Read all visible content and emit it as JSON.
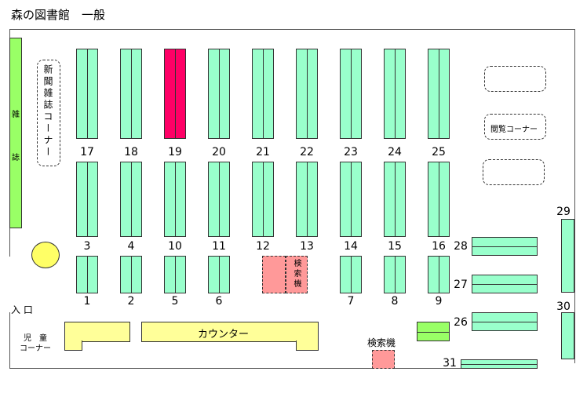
{
  "title": "森の図書館　一般",
  "colors": {
    "shelf": "#99ffcc",
    "highlight": "#ff0066",
    "magazine": "#99ff66",
    "search": "#ff9999",
    "counter": "#ffff99",
    "pillar": "#ffff66"
  },
  "shelves": [
    {
      "number": "17"
    },
    {
      "number": "18"
    },
    {
      "number": "19",
      "highlighted": true
    },
    {
      "number": "20"
    },
    {
      "number": "21"
    },
    {
      "number": "22"
    },
    {
      "number": "23"
    },
    {
      "number": "24"
    },
    {
      "number": "25"
    },
    {
      "number": "3"
    },
    {
      "number": "4"
    },
    {
      "number": "10"
    },
    {
      "number": "11"
    },
    {
      "number": "12"
    },
    {
      "number": "13"
    },
    {
      "number": "14"
    },
    {
      "number": "15"
    },
    {
      "number": "16"
    },
    {
      "number": "1"
    },
    {
      "number": "2"
    },
    {
      "number": "5"
    },
    {
      "number": "6"
    },
    {
      "number": "7"
    },
    {
      "number": "8"
    },
    {
      "number": "9"
    },
    {
      "number": "28"
    },
    {
      "number": "27"
    },
    {
      "number": "26"
    },
    {
      "number": "31"
    },
    {
      "number": "29"
    },
    {
      "number": "30"
    }
  ],
  "labels": {
    "magazine": "雑誌",
    "newspaper_corner": "新聞雑誌コーナー",
    "reading_corner": "閲覧コーナー",
    "entrance": "入 口",
    "children_corner_1": "児　童",
    "children_corner_2": "コーナー",
    "counter": "カウンター",
    "search_1": "検索機",
    "search_2": "検索機"
  }
}
